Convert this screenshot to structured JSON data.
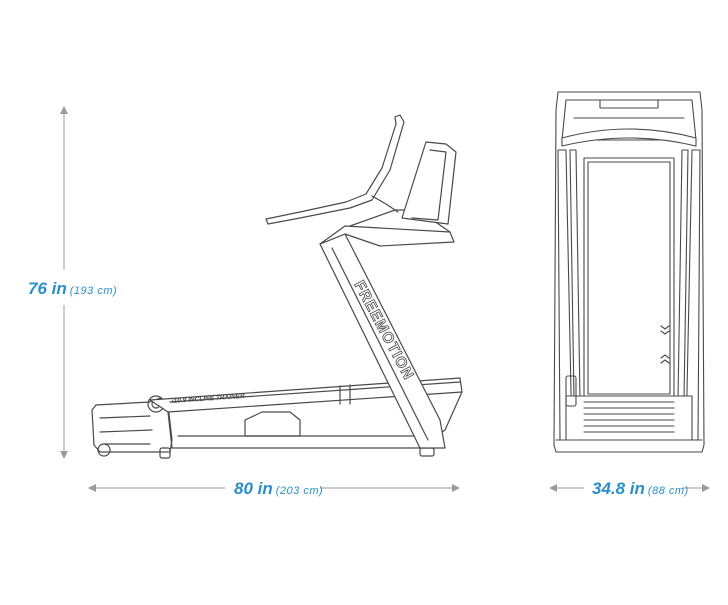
{
  "dimensions": {
    "height": {
      "value": "76 in",
      "metric": "(193 cm)"
    },
    "length": {
      "value": "80 in",
      "metric": "(203 cm)"
    },
    "width": {
      "value": "34.8 in",
      "metric": "(88 cm)"
    }
  },
  "product": {
    "brand_text": "FREEMOTION",
    "model_text": "i10.9 INCLINE TRAINER"
  },
  "colors": {
    "accent": "#2a8fc9",
    "line": "#4a4a4a",
    "dim_line": "#9a9a9a"
  }
}
